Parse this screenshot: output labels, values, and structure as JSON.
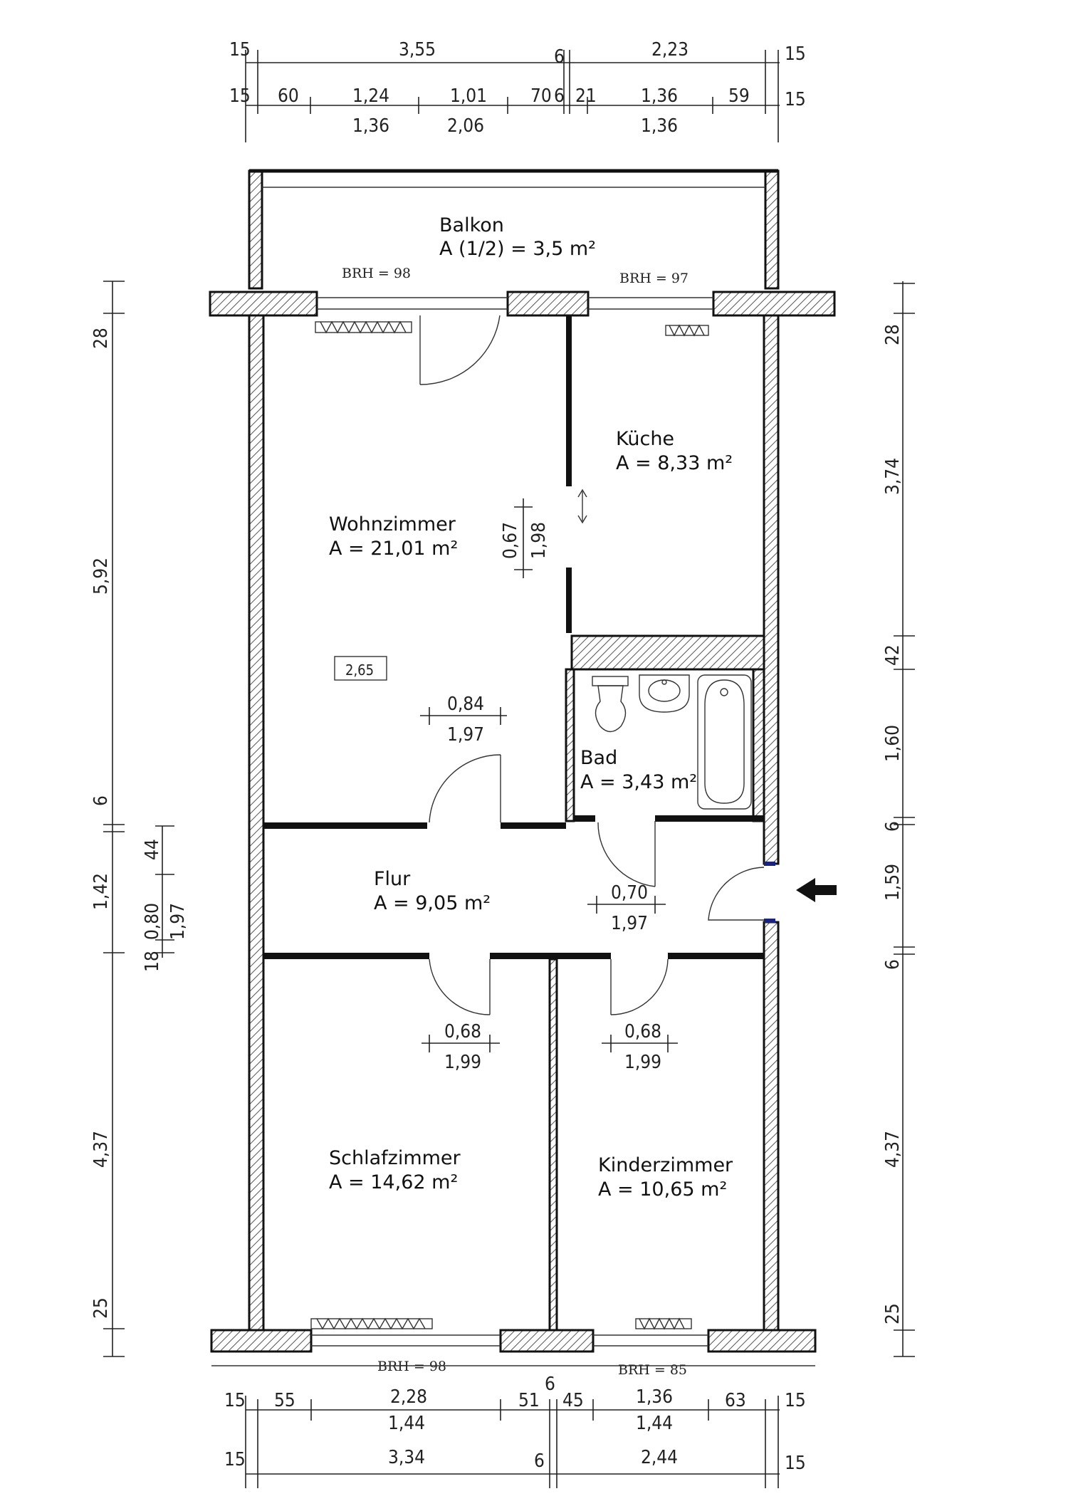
{
  "top_dims": {
    "row1": [
      "15",
      "3,55",
      "6",
      "2,23",
      "15"
    ],
    "row2": [
      "15",
      "60",
      "1,24",
      "1,01",
      "70",
      "6",
      "21",
      "1,36",
      "59",
      "15"
    ],
    "row2_sub": [
      "1,36",
      "2,06",
      "1,36"
    ]
  },
  "bottom_dims": {
    "row1": [
      "15",
      "55",
      "2,28",
      "51",
      "6",
      "45",
      "1,36",
      "63",
      "15"
    ],
    "row1_sub": [
      "1,44",
      "1,44"
    ],
    "row2": [
      "15",
      "3,34",
      "6",
      "2,44",
      "15"
    ]
  },
  "left_dims": [
    "28",
    "5,92",
    "6",
    "1,42",
    "25",
    "4,37",
    "18",
    "0,80",
    "1,97",
    "44"
  ],
  "right_dims": [
    "28",
    "3,74",
    "42",
    "1,60",
    "6",
    "1,59",
    "6",
    "4,37",
    "25"
  ],
  "rooms": {
    "balkon": {
      "name": "Balkon",
      "area": "A (1/2) = 3,5 m²"
    },
    "kueche": {
      "name": "Küche",
      "area": "A = 8,33 m²"
    },
    "wohnzimmer": {
      "name": "Wohnzimmer",
      "area": "A = 21,01 m²"
    },
    "bad": {
      "name": "Bad",
      "area": "A = 3,43 m²"
    },
    "flur": {
      "name": "Flur",
      "area": "A = 9,05 m²"
    },
    "schlafzimmer": {
      "name": "Schlafzimmer",
      "area": "A = 14,62 m²"
    },
    "kinderzimmer": {
      "name": "Kinderzimmer",
      "area": "A = 10,65 m²"
    }
  },
  "brh": {
    "top_left": "BRH = 98",
    "top_right": "BRH = 97",
    "bottom_left": "BRH = 98",
    "bottom_right": "BRH = 85"
  },
  "openings": {
    "kitchen_passage": {
      "w": "0,67",
      "h": "1,98"
    },
    "living_door": {
      "w": "0,84",
      "h": "1,97"
    },
    "bath_door": {
      "w": "0,70",
      "h": "1,97"
    },
    "bed_door": {
      "w": "0,68",
      "h": "1,99"
    },
    "kid_door": {
      "w": "0,68",
      "h": "1,99"
    }
  },
  "ceiling_height": "2,65",
  "icons": [
    "entrance-arrow-icon",
    "sliding-door-arrow-icon",
    "toilet-icon",
    "washbasin-icon",
    "bathtub-icon",
    "radiator-icon"
  ],
  "colors": {
    "wall": "#111111",
    "hatch": "#555555",
    "background": "#ffffff",
    "entry_marker": "#1a237e"
  }
}
